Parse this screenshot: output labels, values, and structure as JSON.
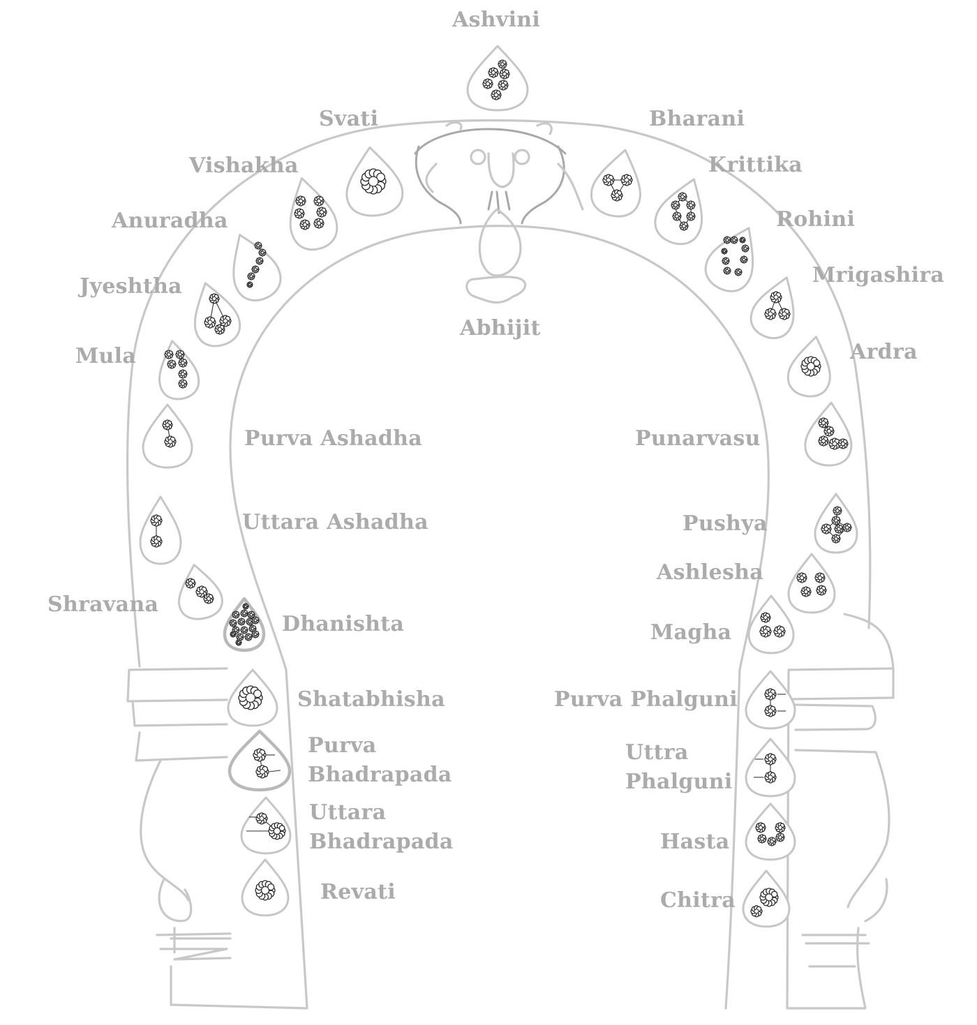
{
  "diagram": {
    "subject": "Nakshatra torana (arch) with star-group flowers",
    "center_label": "Abhijit",
    "top_label": "Ashvini",
    "nakshatras": [
      {
        "id": "ashvini",
        "name": "Ashvini",
        "stars": 6,
        "pattern": "cluster"
      },
      {
        "id": "bharani",
        "name": "Bharani",
        "stars": 3,
        "pattern": "triangle"
      },
      {
        "id": "krittika",
        "name": "Krittika",
        "stars": 6,
        "pattern": "ring"
      },
      {
        "id": "rohini",
        "name": "Rohini",
        "stars": 9,
        "pattern": "v-shape"
      },
      {
        "id": "mrigashira",
        "name": "Mrigashira",
        "stars": 3,
        "pattern": "triangle"
      },
      {
        "id": "ardra",
        "name": "Ardra",
        "stars": 1,
        "pattern": "single"
      },
      {
        "id": "punarvasu",
        "name": "Punarvasu",
        "stars": 5,
        "pattern": "cluster"
      },
      {
        "id": "pushya",
        "name": "Pushya",
        "stars": 6,
        "pattern": "arrow"
      },
      {
        "id": "ashlesha",
        "name": "Ashlesha",
        "stars": 4,
        "pattern": "square"
      },
      {
        "id": "magha",
        "name": "Magha",
        "stars": 3,
        "pattern": "cluster"
      },
      {
        "id": "purva_phalguni",
        "name": "Purva Phalguni",
        "stars": 2,
        "pattern": "pair"
      },
      {
        "id": "uttra_phalguni",
        "name": "Uttra Phalguni",
        "stars": 2,
        "pattern": "pair"
      },
      {
        "id": "hasta",
        "name": "Hasta",
        "stars": 5,
        "pattern": "hand"
      },
      {
        "id": "chitra",
        "name": "Chitra",
        "stars": 2,
        "pattern": "pair"
      },
      {
        "id": "svati",
        "name": "Svati",
        "stars": 1,
        "pattern": "single"
      },
      {
        "id": "vishakha",
        "name": "Vishakha",
        "stars": 6,
        "pattern": "ring"
      },
      {
        "id": "anuradha",
        "name": "Anuradha",
        "stars": 6,
        "pattern": "line"
      },
      {
        "id": "jyeshtha",
        "name": "Jyeshtha",
        "stars": 4,
        "pattern": "triangle"
      },
      {
        "id": "mula",
        "name": "Mula",
        "stars": 6,
        "pattern": "zigzag"
      },
      {
        "id": "purva_ashadha",
        "name": "Purva Ashadha",
        "stars": 2,
        "pattern": "pair"
      },
      {
        "id": "uttara_ashadha",
        "name": "Uttara Ashadha",
        "stars": 2,
        "pattern": "pair"
      },
      {
        "id": "shravana",
        "name": "Shravana",
        "stars": 3,
        "pattern": "line"
      },
      {
        "id": "dhanishta",
        "name": "Dhanishta",
        "stars": 16,
        "pattern": "cluster"
      },
      {
        "id": "shatabhisha",
        "name": "Shatabhisha",
        "stars": 1,
        "pattern": "single"
      },
      {
        "id": "purva_bhadrapada",
        "name": "Purva Bhadrapada",
        "name_lines": [
          "Purva",
          "Bhadrapada"
        ],
        "stars": 2,
        "pattern": "pair"
      },
      {
        "id": "uttara_bhadrapada",
        "name": "Uttara Bhadrapada",
        "name_lines": [
          "Uttara",
          "Bhadrapada"
        ],
        "stars": 2,
        "pattern": "pair"
      },
      {
        "id": "revati",
        "name": "Revati",
        "stars": 1,
        "pattern": "single"
      },
      {
        "id": "abhijit",
        "name": "Abhijit",
        "stars": 0,
        "pattern": "kalasha"
      }
    ],
    "labels": {
      "ashvini": "Ashvini",
      "bharani": "Bharani",
      "krittika": "Krittika",
      "rohini": "Rohini",
      "mrigashira": "Mrigashira",
      "ardra": "Ardra",
      "punarvasu": "Punarvasu",
      "pushya": "Pushya",
      "ashlesha": "Ashlesha",
      "magha": "Magha",
      "purva_phalguni": "Purva Phalguni",
      "uttra_phalguni_1": "Uttra",
      "uttra_phalguni_2": "Phalguni",
      "hasta": "Hasta",
      "chitra": "Chitra",
      "svati": "Svati",
      "vishakha": "Vishakha",
      "anuradha": "Anuradha",
      "jyeshtha": "Jyeshtha",
      "mula": "Mula",
      "purva_ashadha": "Purva Ashadha",
      "uttara_ashadha": "Uttara Ashadha",
      "shravana": "Shravana",
      "dhanishta": "Dhanishta",
      "shatabhisha": "Shatabhisha",
      "purva_bhadrapada_1": "Purva",
      "purva_bhadrapada_2": "Bhadrapada",
      "uttara_bhadrapada_1": "Uttara",
      "uttara_bhadrapada_2": "Bhadrapada",
      "revati": "Revati",
      "abhijit": "Abhijit"
    },
    "colors": {
      "label_text": "#ababab",
      "outline": "#c8c8c8",
      "star_ink": "#2a2a2a",
      "background": "#ffffff"
    }
  }
}
